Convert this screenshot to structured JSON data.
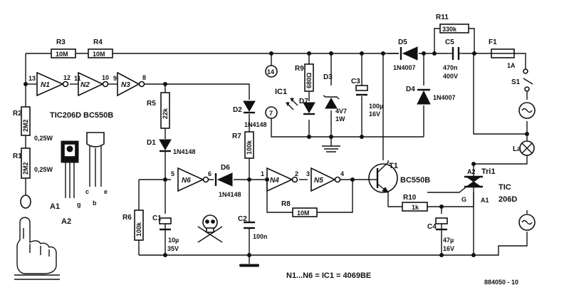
{
  "gates": [
    {
      "name": "N1",
      "pin_in": "13",
      "pin_out": "12"
    },
    {
      "name": "N2",
      "pin_in": "11",
      "pin_out": "10"
    },
    {
      "name": "N3",
      "pin_in": "9",
      "pin_out": "8"
    },
    {
      "name": "N4",
      "pin_in": "1",
      "pin_out": "2"
    },
    {
      "name": "N5",
      "pin_in": "3",
      "pin_out": "4"
    },
    {
      "name": "N6",
      "pin_in": "5",
      "pin_out": "6"
    }
  ],
  "resistors": [
    {
      "ref": "R1",
      "value": "2M2",
      "note": "0,25W"
    },
    {
      "ref": "R2",
      "value": "2M2",
      "note": "0,25W"
    },
    {
      "ref": "R3",
      "value": "10M"
    },
    {
      "ref": "R4",
      "value": "10M"
    },
    {
      "ref": "R5",
      "value": "22k"
    },
    {
      "ref": "R6",
      "value": "100k"
    },
    {
      "ref": "R7",
      "value": "100k"
    },
    {
      "ref": "R8",
      "value": "10M"
    },
    {
      "ref": "R9",
      "value": "680Ω"
    },
    {
      "ref": "R10",
      "value": "1k"
    },
    {
      "ref": "R11",
      "value": "330k"
    }
  ],
  "capacitors": [
    {
      "ref": "C1",
      "value1": "10µ",
      "value2": "35V"
    },
    {
      "ref": "C2",
      "value1": "100n"
    },
    {
      "ref": "C3",
      "value1": "100µ",
      "value2": "16V"
    },
    {
      "ref": "C4",
      "value1": "47µ",
      "value2": "16V"
    },
    {
      "ref": "C5",
      "value1": "470n",
      "value2": "400V"
    }
  ],
  "diodes": [
    {
      "ref": "D1",
      "part": "1N4148"
    },
    {
      "ref": "D2",
      "part": "1N4148"
    },
    {
      "ref": "D3",
      "part1": "4V7",
      "part2": "1W"
    },
    {
      "ref": "D4",
      "part": "1N4007"
    },
    {
      "ref": "D5",
      "part": "1N4007"
    },
    {
      "ref": "D6",
      "part": "1N4148"
    },
    {
      "ref": "D7"
    }
  ],
  "ic": {
    "ref": "IC1",
    "pin_vdd": "14",
    "pin_vss": "7"
  },
  "transistor": {
    "ref": "T1",
    "part": "BC550B"
  },
  "triac": {
    "ref": "Tri1",
    "part1": "TIC",
    "part2": "206D",
    "a1": "A1",
    "a2": "A2",
    "gate": "G"
  },
  "fuse": {
    "ref": "F1",
    "rating": "1A"
  },
  "switch": {
    "ref": "S1"
  },
  "lamp": {
    "ref": "La"
  },
  "pinout": {
    "title_triac": "TIC206D",
    "title_transistor": "BC550B",
    "a1": "A1",
    "a2": "A2",
    "g": "g",
    "b": "b",
    "c": "c",
    "e": "e"
  },
  "note": "N1...N6 = IC1 = 4069BE",
  "figure_number": "884050 - 10"
}
